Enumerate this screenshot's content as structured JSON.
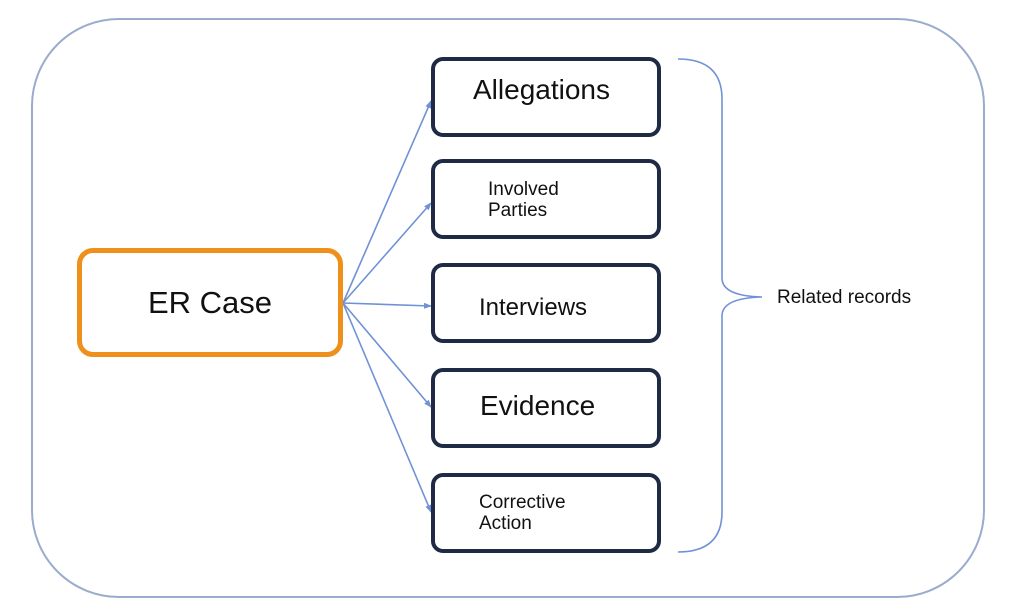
{
  "diagram": {
    "root": {
      "label": "ER Case",
      "border_color": "#f0901c"
    },
    "records": [
      {
        "id": "allegations",
        "label": "Allegations"
      },
      {
        "id": "involved-parties",
        "label": "Involved\nParties"
      },
      {
        "id": "interviews",
        "label": "Interviews"
      },
      {
        "id": "evidence",
        "label": "Evidence"
      },
      {
        "id": "corrective-action",
        "label": "Corrective\nAction"
      }
    ],
    "group_label": "Related records",
    "record_border_color": "#1f2a44",
    "connector_color": "#6f92d6",
    "frame_color": "#9aaccd"
  }
}
